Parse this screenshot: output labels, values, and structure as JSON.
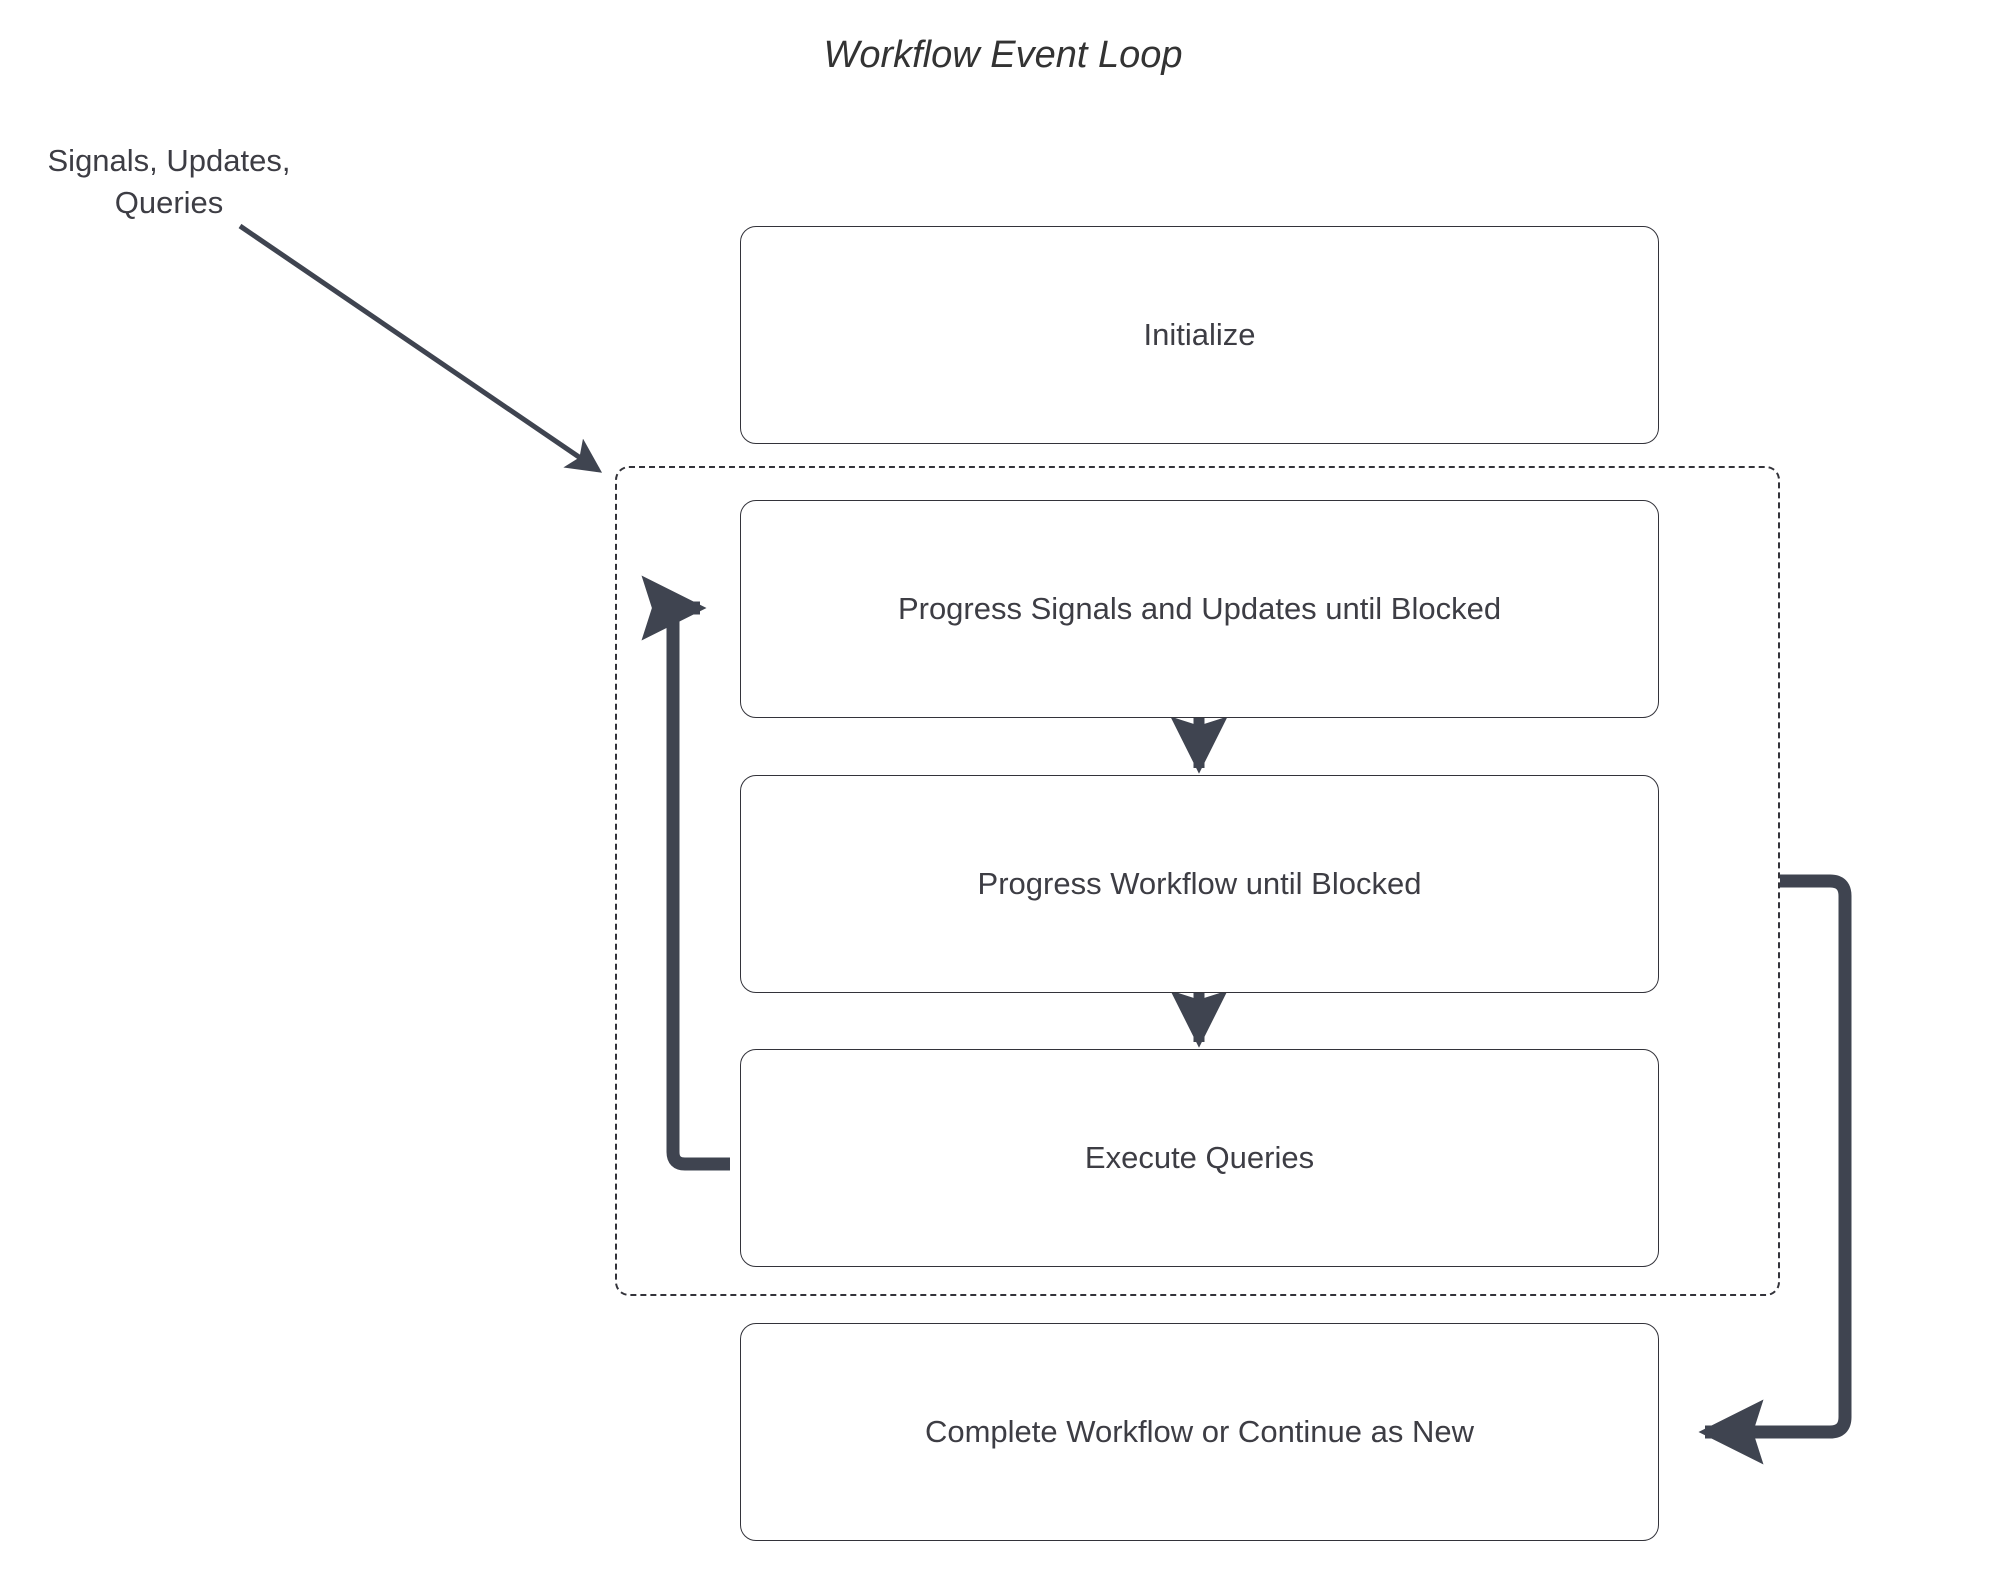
{
  "diagram": {
    "title": "Workflow Event Loop",
    "background_color": "#ffffff",
    "node_border_color": "#33333a",
    "node_fill_color": "#ffffff",
    "text_color": "#3d3d44",
    "arrow_color": "#3f4450",
    "loop_border_style": "dashed",
    "nodes": [
      {
        "id": "initialize",
        "label": "Initialize"
      },
      {
        "id": "progress-signals",
        "label": "Progress Signals and Updates until Blocked"
      },
      {
        "id": "progress-workflow",
        "label": "Progress Workflow until Blocked"
      },
      {
        "id": "execute-queries",
        "label": "Execute Queries"
      },
      {
        "id": "complete-workflow",
        "label": "Complete Workflow or Continue as New"
      }
    ],
    "edge_labels": [
      {
        "id": "inbound-messages",
        "line1": "Signals, Updates,",
        "line2": "Queries"
      }
    ],
    "edges": [
      {
        "id": "inbound-to-loop",
        "from": "Signals, Updates, Queries",
        "to": "event loop",
        "style": "thin-diagonal-arrow"
      },
      {
        "id": "signals-to-workflow",
        "from": "Progress Signals and Updates until Blocked",
        "to": "Progress Workflow until Blocked",
        "style": "thick-down-arrow"
      },
      {
        "id": "workflow-to-queries",
        "from": "Progress Workflow until Blocked",
        "to": "Execute Queries",
        "style": "thick-down-arrow"
      },
      {
        "id": "queries-loop-back",
        "from": "Execute Queries",
        "to": "Progress Signals and Updates until Blocked",
        "style": "thick-loop-left-arrow"
      },
      {
        "id": "loop-to-complete",
        "from": "event loop",
        "to": "Complete Workflow or Continue as New",
        "style": "thick-loop-right-arrow"
      }
    ]
  }
}
